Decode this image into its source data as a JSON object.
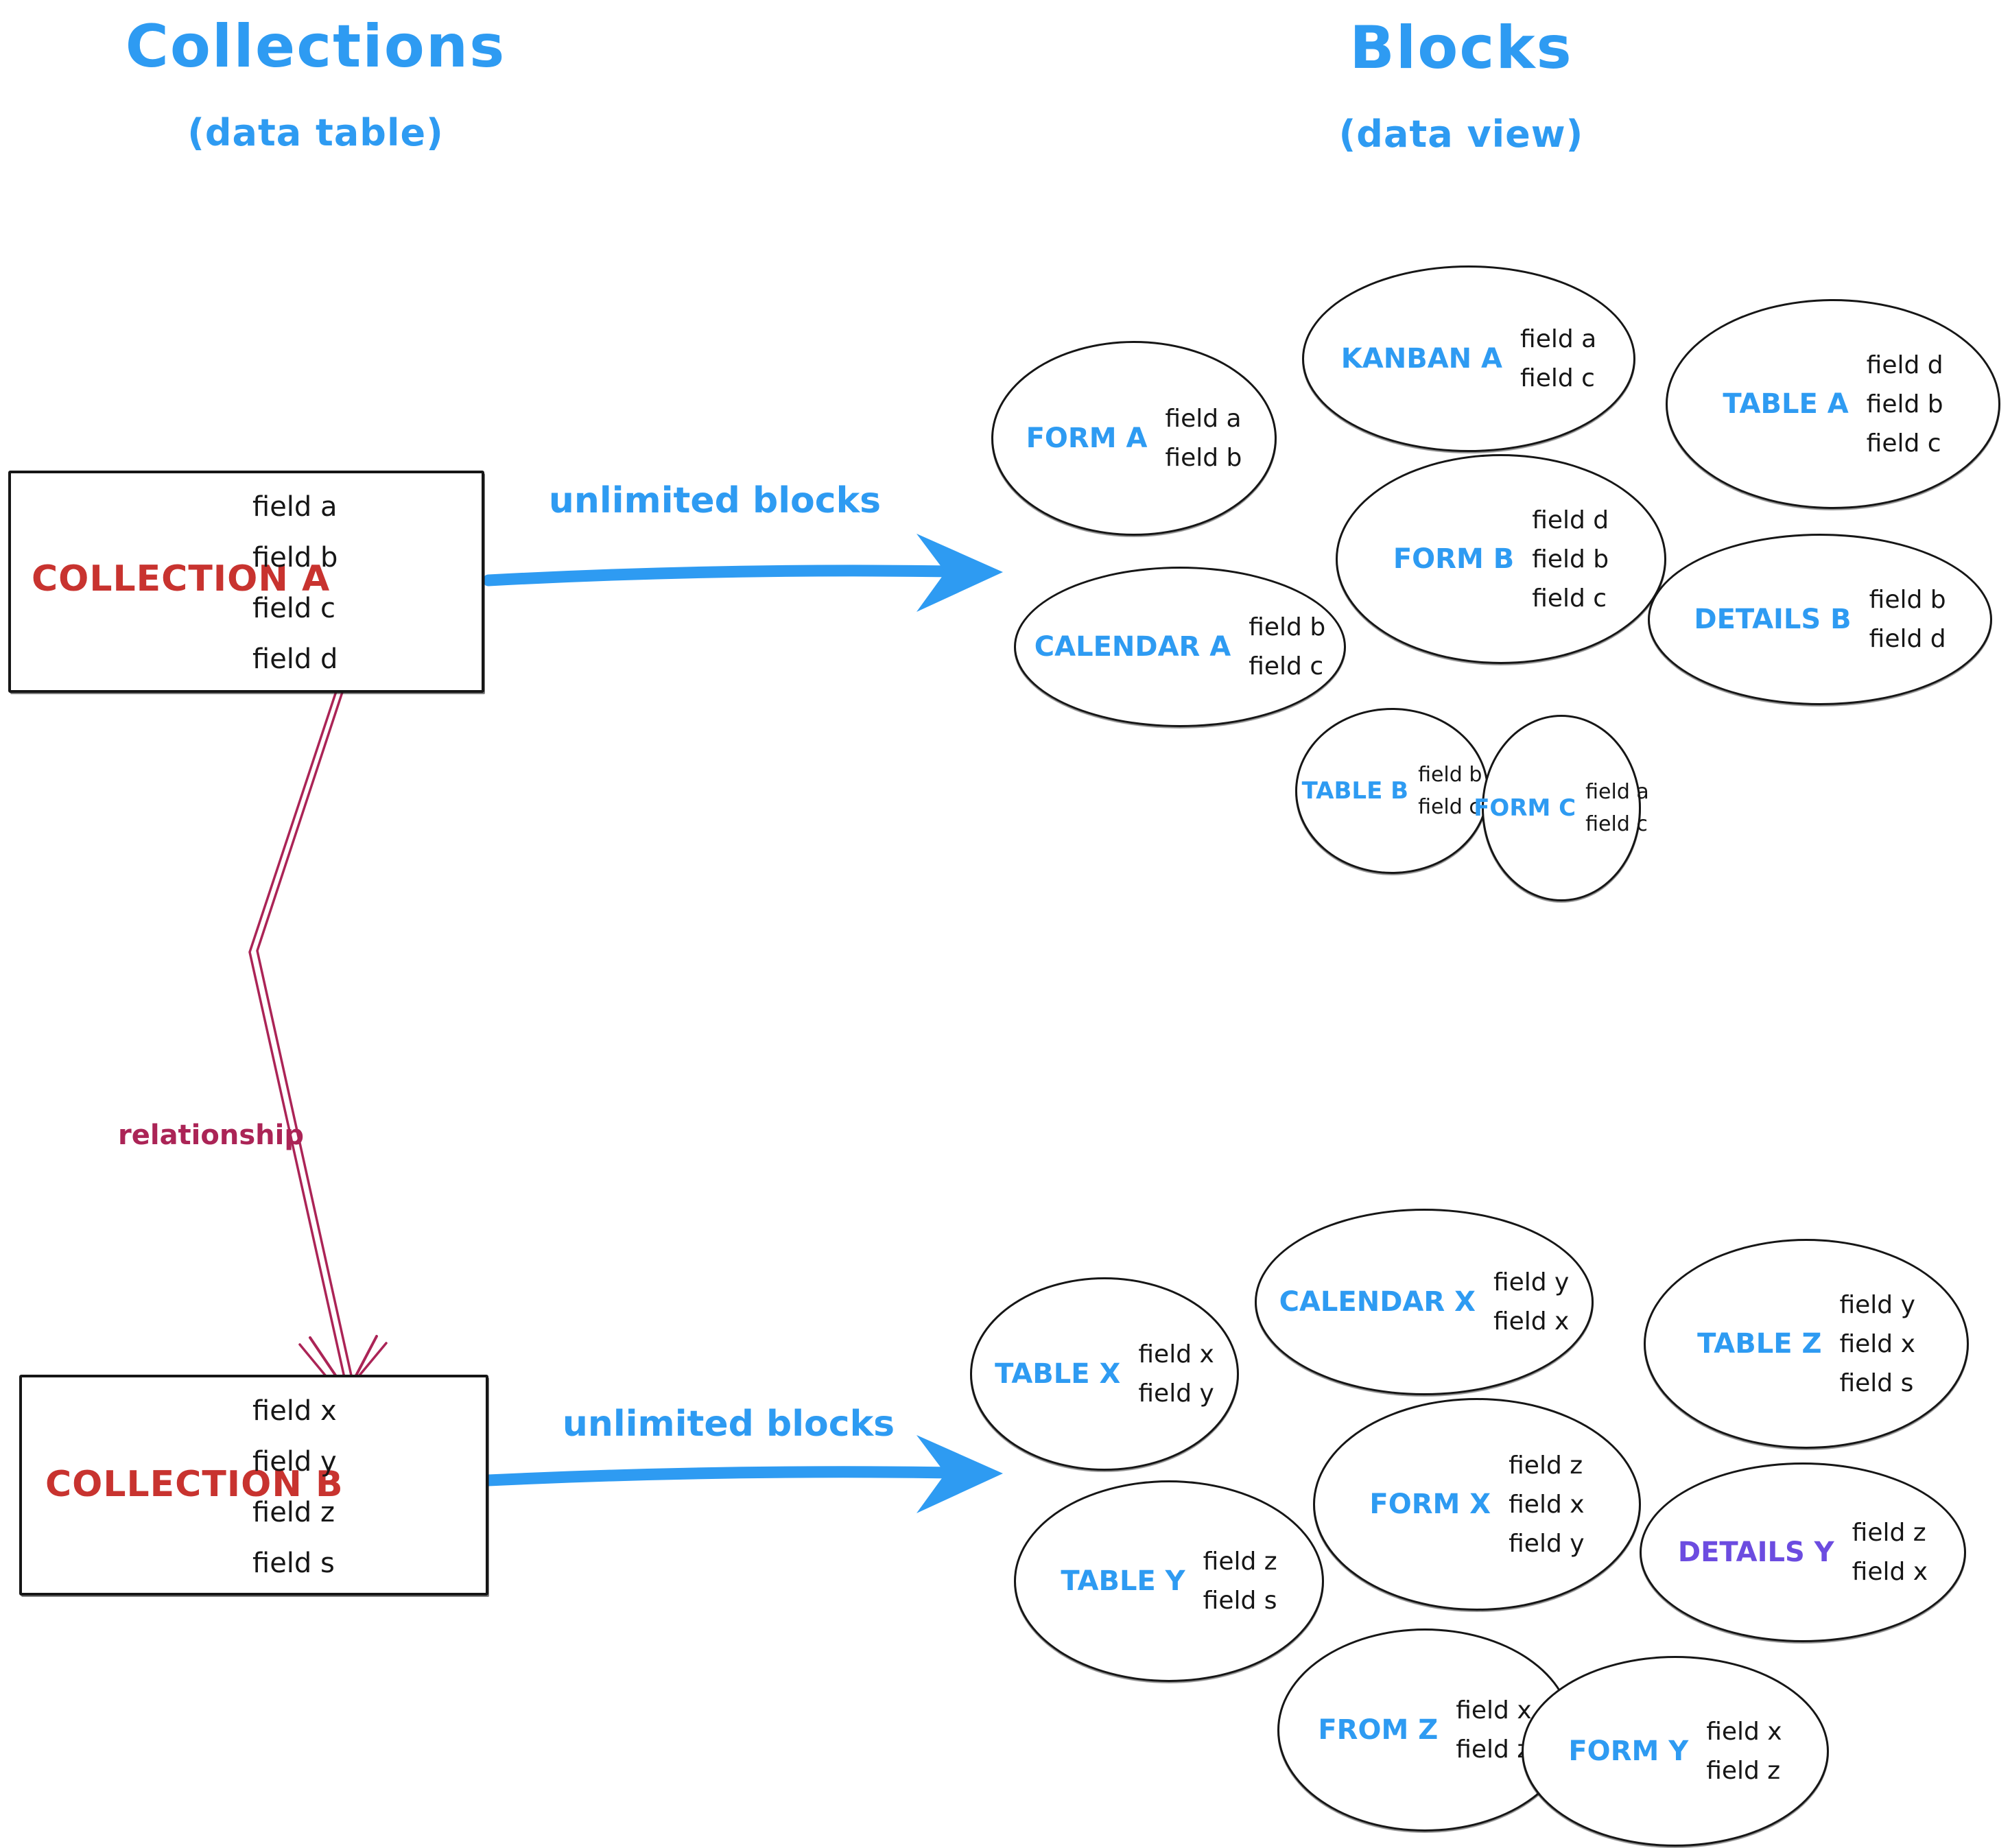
{
  "header": {
    "collections": {
      "title": "Collections",
      "subtitle": "(data table)"
    },
    "blocks": {
      "title": "Blocks",
      "subtitle": "(data view)"
    }
  },
  "collections": [
    {
      "name": "COLLECTION A",
      "fields": [
        "field a",
        "field b",
        "field c",
        "field d"
      ],
      "arrow_label": "unlimited blocks"
    },
    {
      "name": "COLLECTION B",
      "fields": [
        "field x",
        "field y",
        "field z",
        "field s"
      ],
      "arrow_label": "unlimited blocks"
    }
  ],
  "relationship": {
    "label": "relationship"
  },
  "blocks_a": [
    {
      "name": "FORM A",
      "fields": [
        "field a",
        "field b"
      ]
    },
    {
      "name": "KANBAN A",
      "fields": [
        "field a",
        "field c"
      ]
    },
    {
      "name": "TABLE A",
      "fields": [
        "field d",
        "field b",
        "field c"
      ]
    },
    {
      "name": "CALENDAR A",
      "fields": [
        "field b",
        "field c"
      ]
    },
    {
      "name": "FORM B",
      "fields": [
        "field d",
        "field b",
        "field c"
      ]
    },
    {
      "name": "DETAILS B",
      "fields": [
        "field b",
        "field d"
      ]
    },
    {
      "name": "TABLE B",
      "fields": [
        "field b",
        "field c"
      ]
    },
    {
      "name": "FORM C",
      "fields": [
        "field a",
        "field c"
      ]
    }
  ],
  "blocks_b": [
    {
      "name": "TABLE X",
      "fields": [
        "field x",
        "field y"
      ]
    },
    {
      "name": "CALENDAR X",
      "fields": [
        "field y",
        "field x"
      ]
    },
    {
      "name": "TABLE Z",
      "fields": [
        "field y",
        "field x",
        "field s"
      ]
    },
    {
      "name": "FORM X",
      "fields": [
        "field z",
        "field x",
        "field y"
      ]
    },
    {
      "name": "TABLE Y",
      "fields": [
        "field z",
        "field s"
      ]
    },
    {
      "name": "DETAILS Y",
      "fields": [
        "field z",
        "field x"
      ],
      "label_color": "#6c4ce0"
    },
    {
      "name": "FROM Z",
      "fields": [
        "field x",
        "field z"
      ]
    },
    {
      "name": "FORM Y",
      "fields": [
        "field x",
        "field z"
      ]
    }
  ],
  "colors": {
    "accent_blue": "#2e9bf2",
    "collection_red": "#c8332f",
    "relationship_crimson": "#ab2456",
    "details_purple": "#6c4ce0",
    "ink": "#161616"
  }
}
